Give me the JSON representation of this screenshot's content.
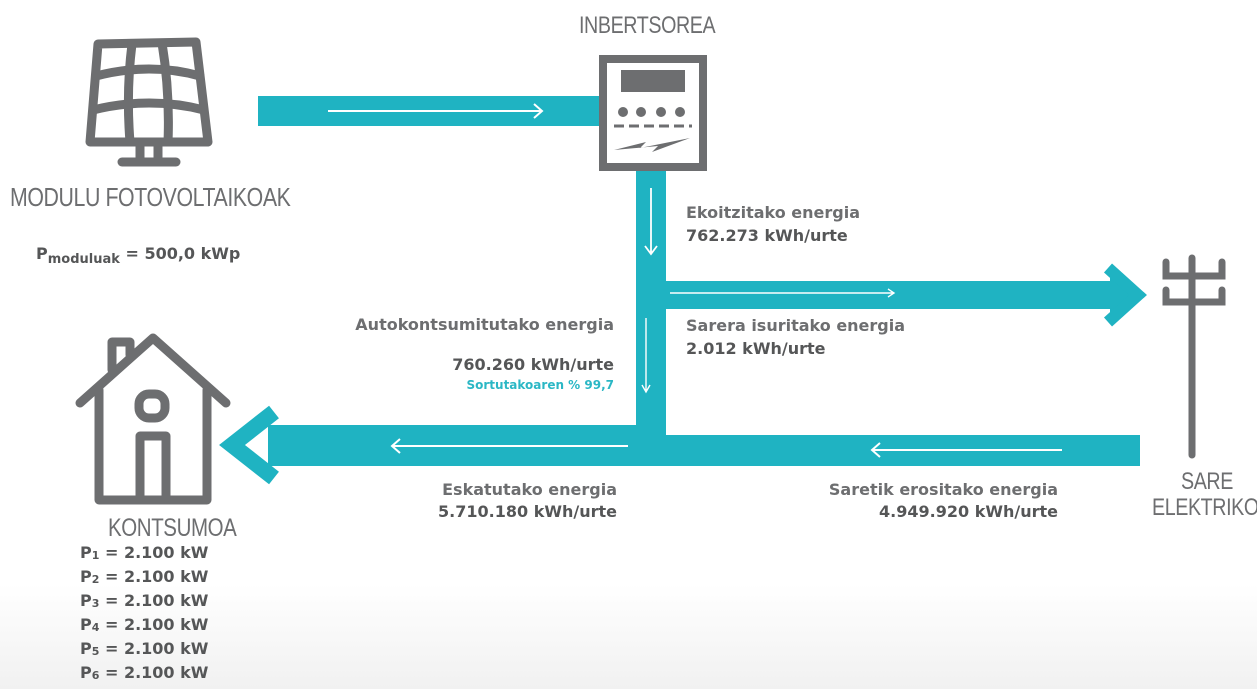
{
  "nodes": {
    "modules": {
      "caption": "MODULU FOTOVOLTAIKOAK"
    },
    "inverter": {
      "caption": "INBERTSOREA"
    },
    "consumption": {
      "caption": "KONTSUMOA"
    },
    "grid": {
      "caption_line1": "SARE",
      "caption_line2": "ELEKTRIKOA"
    }
  },
  "modules_power": {
    "label": "P",
    "sub": "moduluak",
    "value": " = 500,0 kWp"
  },
  "flows": {
    "produced": {
      "label": "Ekoitzitako energia",
      "value": "762.273 kWh/urte"
    },
    "exported": {
      "label": "Sarera isuritako energia",
      "value": "2.012 kWh/urte"
    },
    "self_consumed": {
      "label": "Autokontsumitutako energia",
      "value": "760.260 kWh/urte",
      "share": "Sortutakoaren % 99,7"
    },
    "demanded": {
      "label": "Eskatutako energia",
      "value": "5.710.180 kWh/urte"
    },
    "purchased": {
      "label": "Saretik erositako energia",
      "value": "4.949.920 kWh/urte"
    }
  },
  "periods": [
    {
      "label": "P",
      "sub": "1",
      "value": " = 2.100 kW"
    },
    {
      "label": "P",
      "sub": "2",
      "value": " = 2.100 kW"
    },
    {
      "label": "P",
      "sub": "3",
      "value": " = 2.100 kW"
    },
    {
      "label": "P",
      "sub": "4",
      "value": " = 2.100 kW"
    },
    {
      "label": "P",
      "sub": "5",
      "value": " = 2.100 kW"
    },
    {
      "label": "P",
      "sub": "6",
      "value": " = 2.100 kW"
    }
  ],
  "colors": {
    "flow": "#1fb3c2",
    "icon": "#6d6e70",
    "accent": "#2bb7c5"
  },
  "icons": [
    "solar-panel-icon",
    "inverter-icon",
    "house-icon",
    "power-pole-icon"
  ]
}
